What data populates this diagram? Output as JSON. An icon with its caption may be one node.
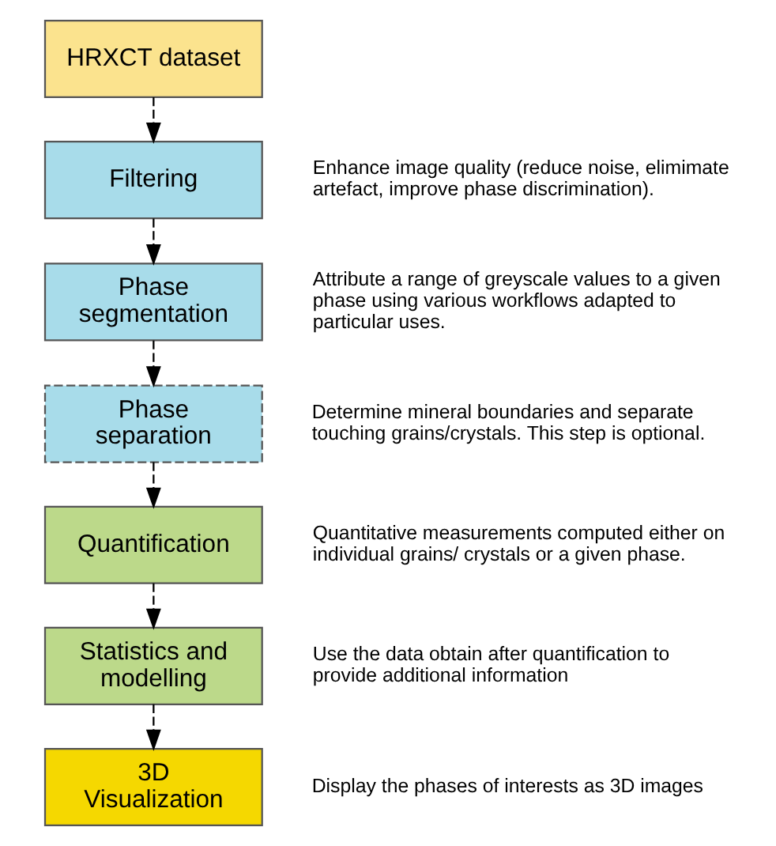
{
  "diagram": {
    "nodes": [
      {
        "text": [
          "HRXCT dataset"
        ]
      },
      {
        "text": [
          "Filtering"
        ],
        "beside": [
          "Enhance image quality (reduce noise, elimimate artefact, improve phase discrimination)."
        ]
      },
      {
        "text": [
          "Phase segmentation"
        ],
        "beside": [
          "Attribute a range of greyscale values to a given phase using various workflows adapted to particular uses."
        ]
      },
      {
        "text": [
          "Phase separation"
        ],
        "beside": [
          "Determine mineral boundaries and separate touching grains/crystals. This step is optional."
        ]
      },
      {
        "text": [
          "Quantification"
        ],
        "beside": [
          "Quantitative measurements computed either on individual grains/ crystals or a given phase."
        ]
      },
      {
        "text": [
          "Statistics and modelling"
        ],
        "beside": [
          "Use the data obtain after quantification to provide additional information"
        ]
      },
      {
        "text": [
          "3D Visualization"
        ],
        "beside": [
          "Display the phases of interests as 3D images"
        ]
      }
    ],
    "edges": [
      {
        "from": 0,
        "to": 1,
        "arrow": "to",
        "style": "dashed"
      },
      {
        "from": 1,
        "to": 2,
        "arrow": "to",
        "style": "dashed"
      },
      {
        "from": 2,
        "to": 3,
        "arrow": "to",
        "style": "dashed"
      },
      {
        "from": 3,
        "to": 4,
        "arrow": "to",
        "style": "dashed"
      },
      {
        "from": 4,
        "to": 5,
        "arrow": "to",
        "style": "dashed"
      },
      {
        "from": 5,
        "to": 6,
        "arrow": "to",
        "style": "dashed"
      }
    ]
  }
}
